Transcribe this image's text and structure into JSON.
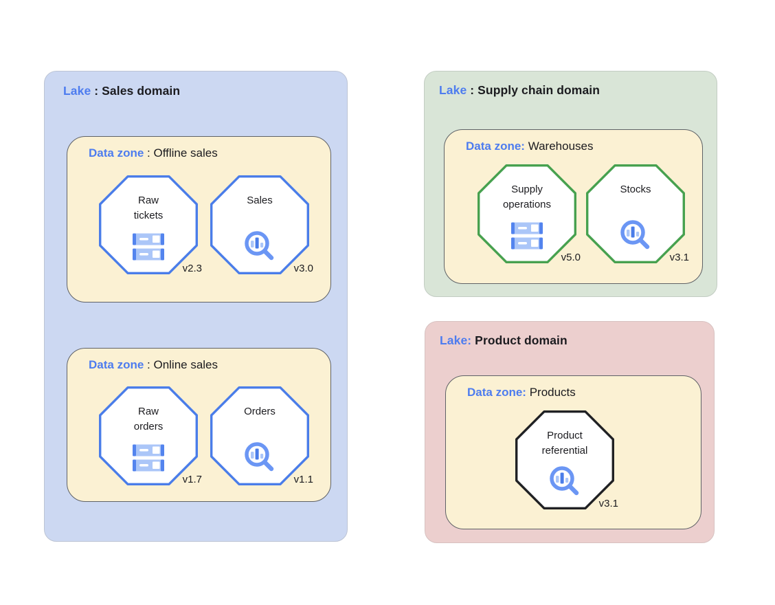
{
  "colors": {
    "accent_blue_text": "#4D7CEF",
    "lake_sales_bg": "#CCD8F2",
    "lake_supply_bg": "#D9E5D7",
    "lake_product_bg": "#ECCFCE",
    "zone_bg": "#FBF1D3",
    "zone_border": "#5E6166",
    "octagon_blue": "#4A7DE9",
    "octagon_green": "#47A14F",
    "octagon_black": "#202124",
    "icon_blue": "#5384EE",
    "icon_light_blue": "#ABC6F8",
    "icon_ring_blue": "#6B96F4"
  },
  "lakes": [
    {
      "title_prefix": "Lake",
      "title_rest": " : Sales domain",
      "background": "#CCD8F2",
      "zones": [
        {
          "title_prefix": "Data zone",
          "title_rest": " : Offline sales",
          "assets": [
            {
              "name": "Raw\ntickets",
              "version": "v2.3",
              "border_color": "#4A7DE9",
              "icon": "storage-icon"
            },
            {
              "name": "Sales",
              "version": "v3.0",
              "border_color": "#4A7DE9",
              "icon": "search-analytics-icon"
            }
          ]
        },
        {
          "title_prefix": "Data zone",
          "title_rest": " : Online sales",
          "assets": [
            {
              "name": "Raw\norders",
              "version": "v1.7",
              "border_color": "#4A7DE9",
              "icon": "storage-icon"
            },
            {
              "name": "Orders",
              "version": "v1.1",
              "border_color": "#4A7DE9",
              "icon": "search-analytics-icon"
            }
          ]
        }
      ]
    },
    {
      "title_prefix": "Lake",
      "title_rest": " : Supply chain domain",
      "background": "#D9E5D7",
      "zones": [
        {
          "title_prefix": "Data zone:",
          "title_rest": " Warehouses",
          "assets": [
            {
              "name": "Supply\noperations",
              "version": "v5.0",
              "border_color": "#47A14F",
              "icon": "storage-icon"
            },
            {
              "name": "Stocks",
              "version": "v3.1",
              "border_color": "#47A14F",
              "icon": "search-analytics-icon"
            }
          ]
        }
      ]
    },
    {
      "title_prefix": "Lake:",
      "title_rest": " Product domain",
      "background": "#ECCFCE",
      "zones": [
        {
          "title_prefix": "Data zone:",
          "title_rest": " Products",
          "assets": [
            {
              "name": "Product\nreferential",
              "version": "v3.1",
              "border_color": "#202124",
              "icon": "search-analytics-icon"
            }
          ]
        }
      ]
    }
  ]
}
